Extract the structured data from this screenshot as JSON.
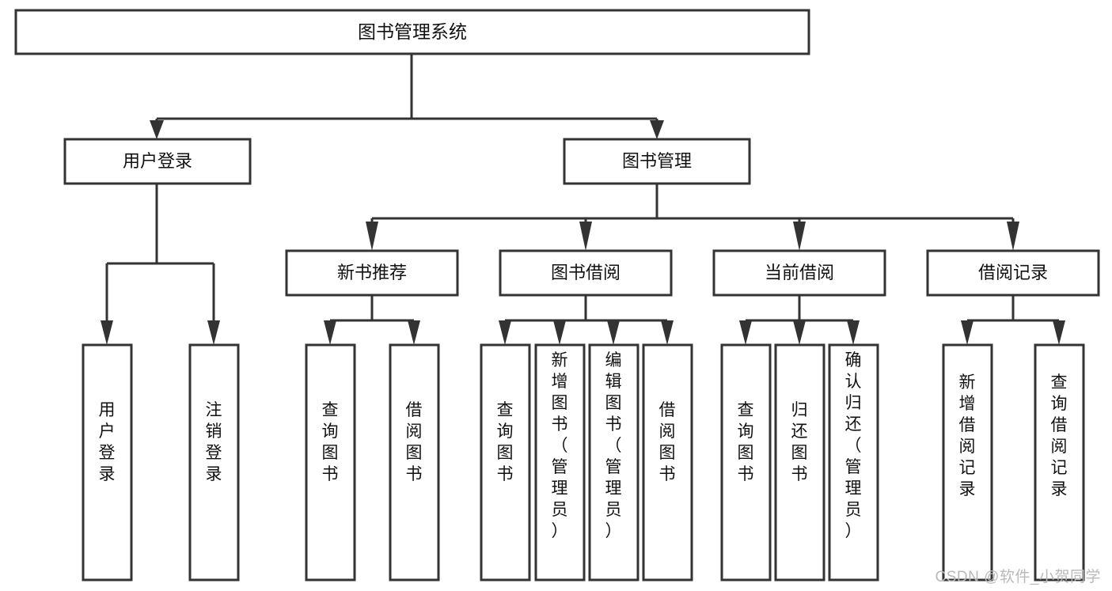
{
  "diagram": {
    "type": "tree-hierarchy-flowchart",
    "title": "图书管理系统",
    "watermark": "CSDN @软件_小贺同学",
    "colors": {
      "stroke": "#333333",
      "fill": "#ffffff",
      "text": "#111111",
      "watermark": "#b9b9b9"
    },
    "levels": {
      "root": {
        "label": "图书管理系统"
      },
      "level2": [
        {
          "id": "user-login",
          "label": "用户登录"
        },
        {
          "id": "book-management",
          "label": "图书管理"
        }
      ],
      "level3": [
        {
          "id": "new-book-recommend",
          "label": "新书推荐",
          "parent": "book-management"
        },
        {
          "id": "book-borrow",
          "label": "图书借阅",
          "parent": "book-management"
        },
        {
          "id": "current-borrow",
          "label": "当前借阅",
          "parent": "book-management"
        },
        {
          "id": "borrow-record",
          "label": "借阅记录",
          "parent": "book-management"
        }
      ],
      "leaves": [
        {
          "id": "leaf-user-login",
          "label": "用户登录",
          "parent": "user-login"
        },
        {
          "id": "leaf-logout-login",
          "label": "注销登录",
          "parent": "user-login"
        },
        {
          "id": "leaf-query-book-1",
          "label": "查询图书",
          "parent": "new-book-recommend"
        },
        {
          "id": "leaf-borrow-book-1",
          "label": "借阅图书",
          "parent": "new-book-recommend"
        },
        {
          "id": "leaf-query-book-2",
          "label": "查询图书",
          "parent": "book-borrow"
        },
        {
          "id": "leaf-add-book",
          "label": "新增图书（管理员）",
          "parent": "book-borrow"
        },
        {
          "id": "leaf-edit-book",
          "label": "编辑图书（管理员）",
          "parent": "book-borrow"
        },
        {
          "id": "leaf-borrow-book-2",
          "label": "借阅图书",
          "parent": "book-borrow"
        },
        {
          "id": "leaf-query-book-3",
          "label": "查询图书",
          "parent": "current-borrow"
        },
        {
          "id": "leaf-return-book",
          "label": "归还图书",
          "parent": "current-borrow"
        },
        {
          "id": "leaf-confirm-return",
          "label": "确认归还（管理员）",
          "parent": "current-borrow"
        },
        {
          "id": "leaf-add-record",
          "label": "新增借阅记录",
          "parent": "borrow-record"
        },
        {
          "id": "leaf-query-record",
          "label": "查询借阅记录",
          "parent": "borrow-record"
        }
      ]
    }
  }
}
